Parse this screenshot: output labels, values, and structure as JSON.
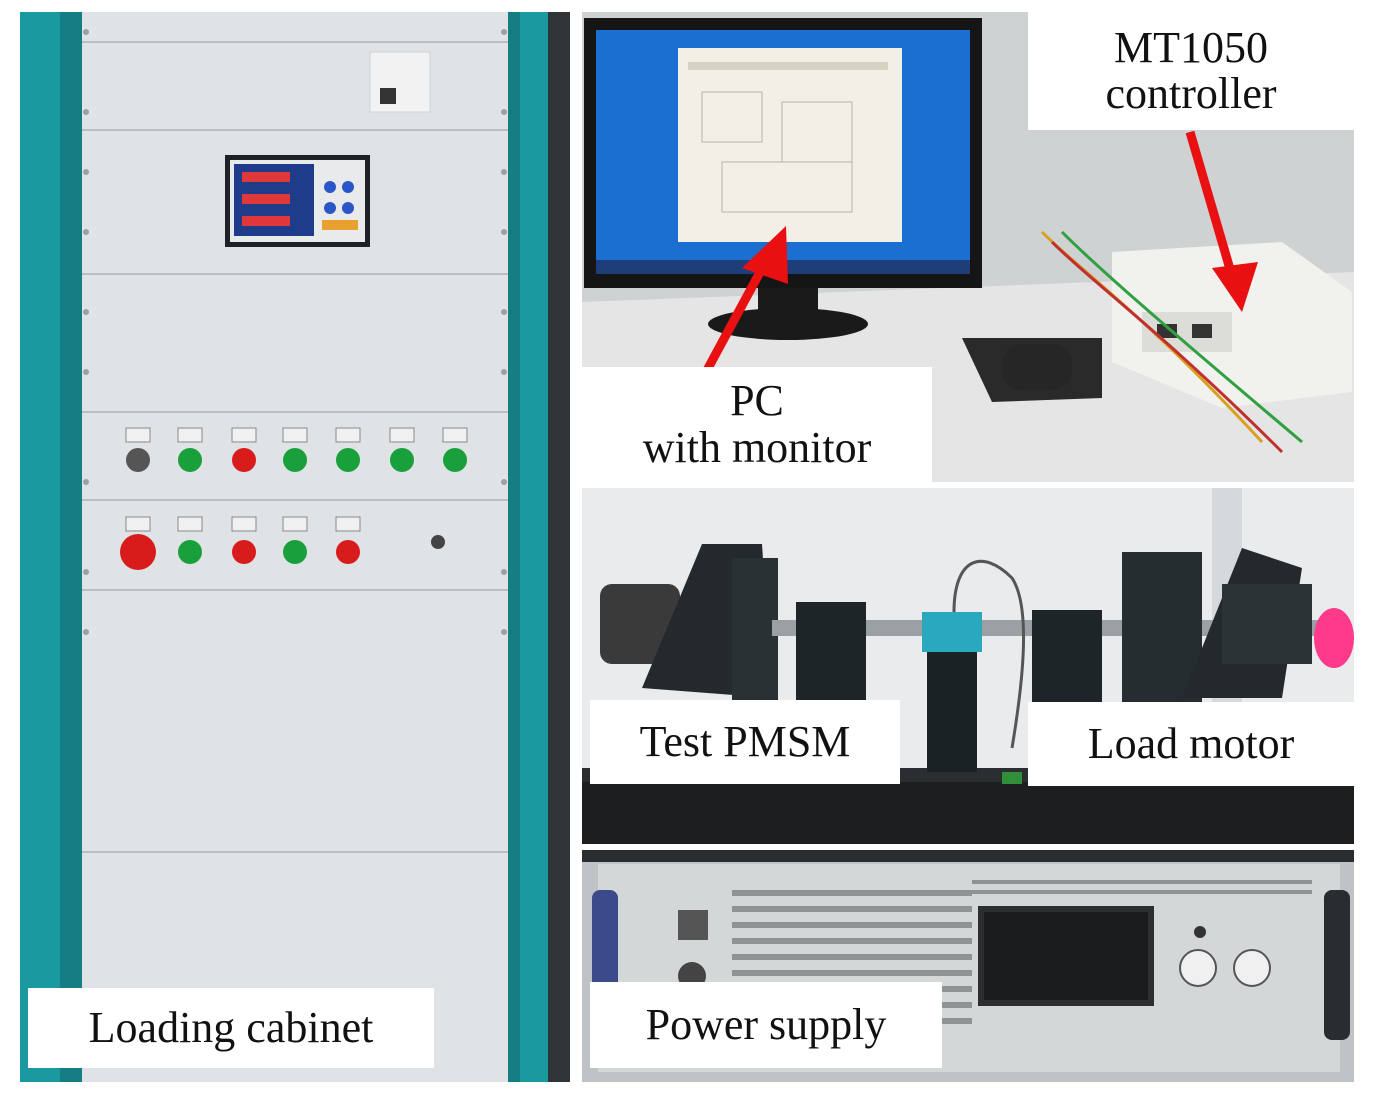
{
  "labels": {
    "loading_cabinet": "Loading cabinet",
    "pc_line1": "PC",
    "pc_line2": "with monitor",
    "controller_line1": "MT1050",
    "controller_line2": "controller",
    "test_pmsm": "Test PMSM",
    "load_motor": "Load motor",
    "power_supply": "Power supply"
  },
  "colors": {
    "cabinet_frame": "#1a9aa0",
    "cabinet_panel": "#dfe3e6",
    "arrow": "#e81010",
    "button_green": "#1aa03a",
    "button_red": "#d81c1c"
  }
}
